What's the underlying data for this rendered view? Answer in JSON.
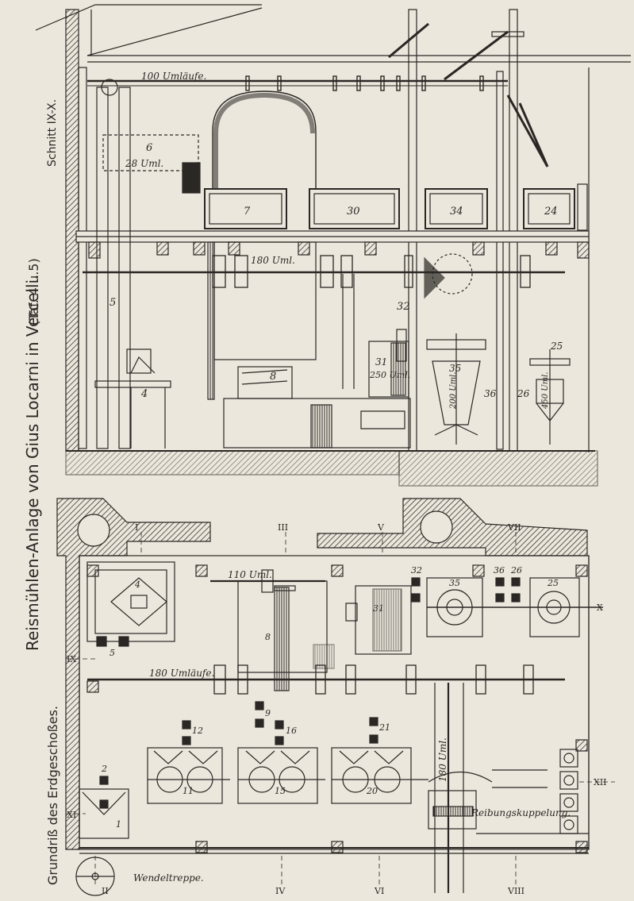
{
  "main_title": "Reismühlen-Anlage von Gius Locarni in Vercelli.",
  "plate_ref": "(Taf. 4 u.5)",
  "section_title": "Schnitt IX-X.",
  "plan_title": "Grundriß des Erdgeschoßes.",
  "section_labels": {
    "upper_shaft": "100 Umläufe.",
    "mid_shaft": "180 Uml.",
    "machine_6": "6",
    "machine_6_speed": "28 Uml.",
    "box_7": "7",
    "box_30": "30",
    "box_34": "34",
    "box_24": "24",
    "machine_5": "5",
    "machine_4": "4",
    "machine_8": "8",
    "machine_32": "32",
    "machine_31": "31",
    "machine_31_speed": "250 Uml.",
    "machine_35": "35",
    "machine_35_speed": "200 Uml.",
    "machine_36": "36",
    "machine_26": "26",
    "machine_25": "25",
    "machine_25_speed": "450 Uml."
  },
  "plan_labels": {
    "shaft_110": "110 Uml.",
    "shaft_180": "180 Umläufe.",
    "shaft_vertical": "180 Uml.",
    "clutch": "Reibungskuppelung.",
    "stair": "Wendeltreppe.",
    "m1": "1",
    "m2": "2",
    "m4": "4",
    "m5": "5",
    "m8": "8",
    "m9": "9",
    "m11": "11",
    "m12": "12",
    "m15": "15",
    "m16": "16",
    "m20": "20",
    "m21": "21",
    "m25": "25",
    "m26": "26",
    "m31": "31",
    "m32": "32",
    "m35": "35",
    "m36": "36"
  },
  "axis_marks": {
    "I": "I",
    "II": "II",
    "III": "III",
    "IV": "IV",
    "V": "V",
    "VI": "VI",
    "VII": "VII",
    "VIII": "VIII",
    "IX": "IX",
    "X": "X",
    "XI": "XI",
    "XII": "XII"
  },
  "colors": {
    "paper": "#ece7dc",
    "ink": "#2a2724",
    "hatch": "#3a3630"
  }
}
